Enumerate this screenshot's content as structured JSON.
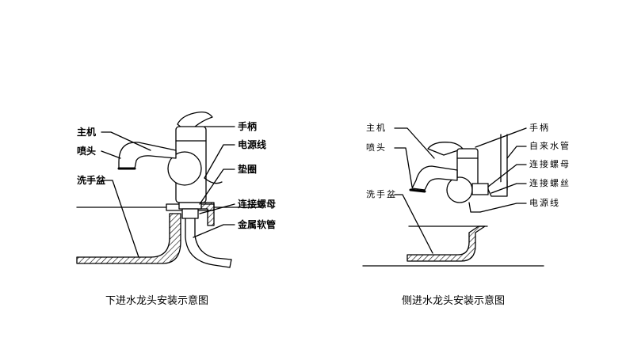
{
  "left_diagram": {
    "labels": {
      "main_unit": "主机",
      "spout": "喷头",
      "basin": "洗手盆",
      "handle": "手柄",
      "power_cord": "电源线",
      "gasket": "垫圈",
      "connecting_nut": "连接螺母",
      "metal_hose": "金属软管"
    },
    "caption": "下进水龙头安装示意图"
  },
  "right_diagram": {
    "labels": {
      "main_unit": "主机",
      "spout": "喷头",
      "basin": "洗手盆",
      "handle": "手柄",
      "tap_water_pipe": "自来水管",
      "connecting_nut": "连接螺母",
      "connecting_thread": "连接螺丝",
      "power_cord": "电源线"
    },
    "caption": "侧进水龙头安装示意图"
  },
  "colors": {
    "line": "#000000",
    "background": "#ffffff"
  }
}
